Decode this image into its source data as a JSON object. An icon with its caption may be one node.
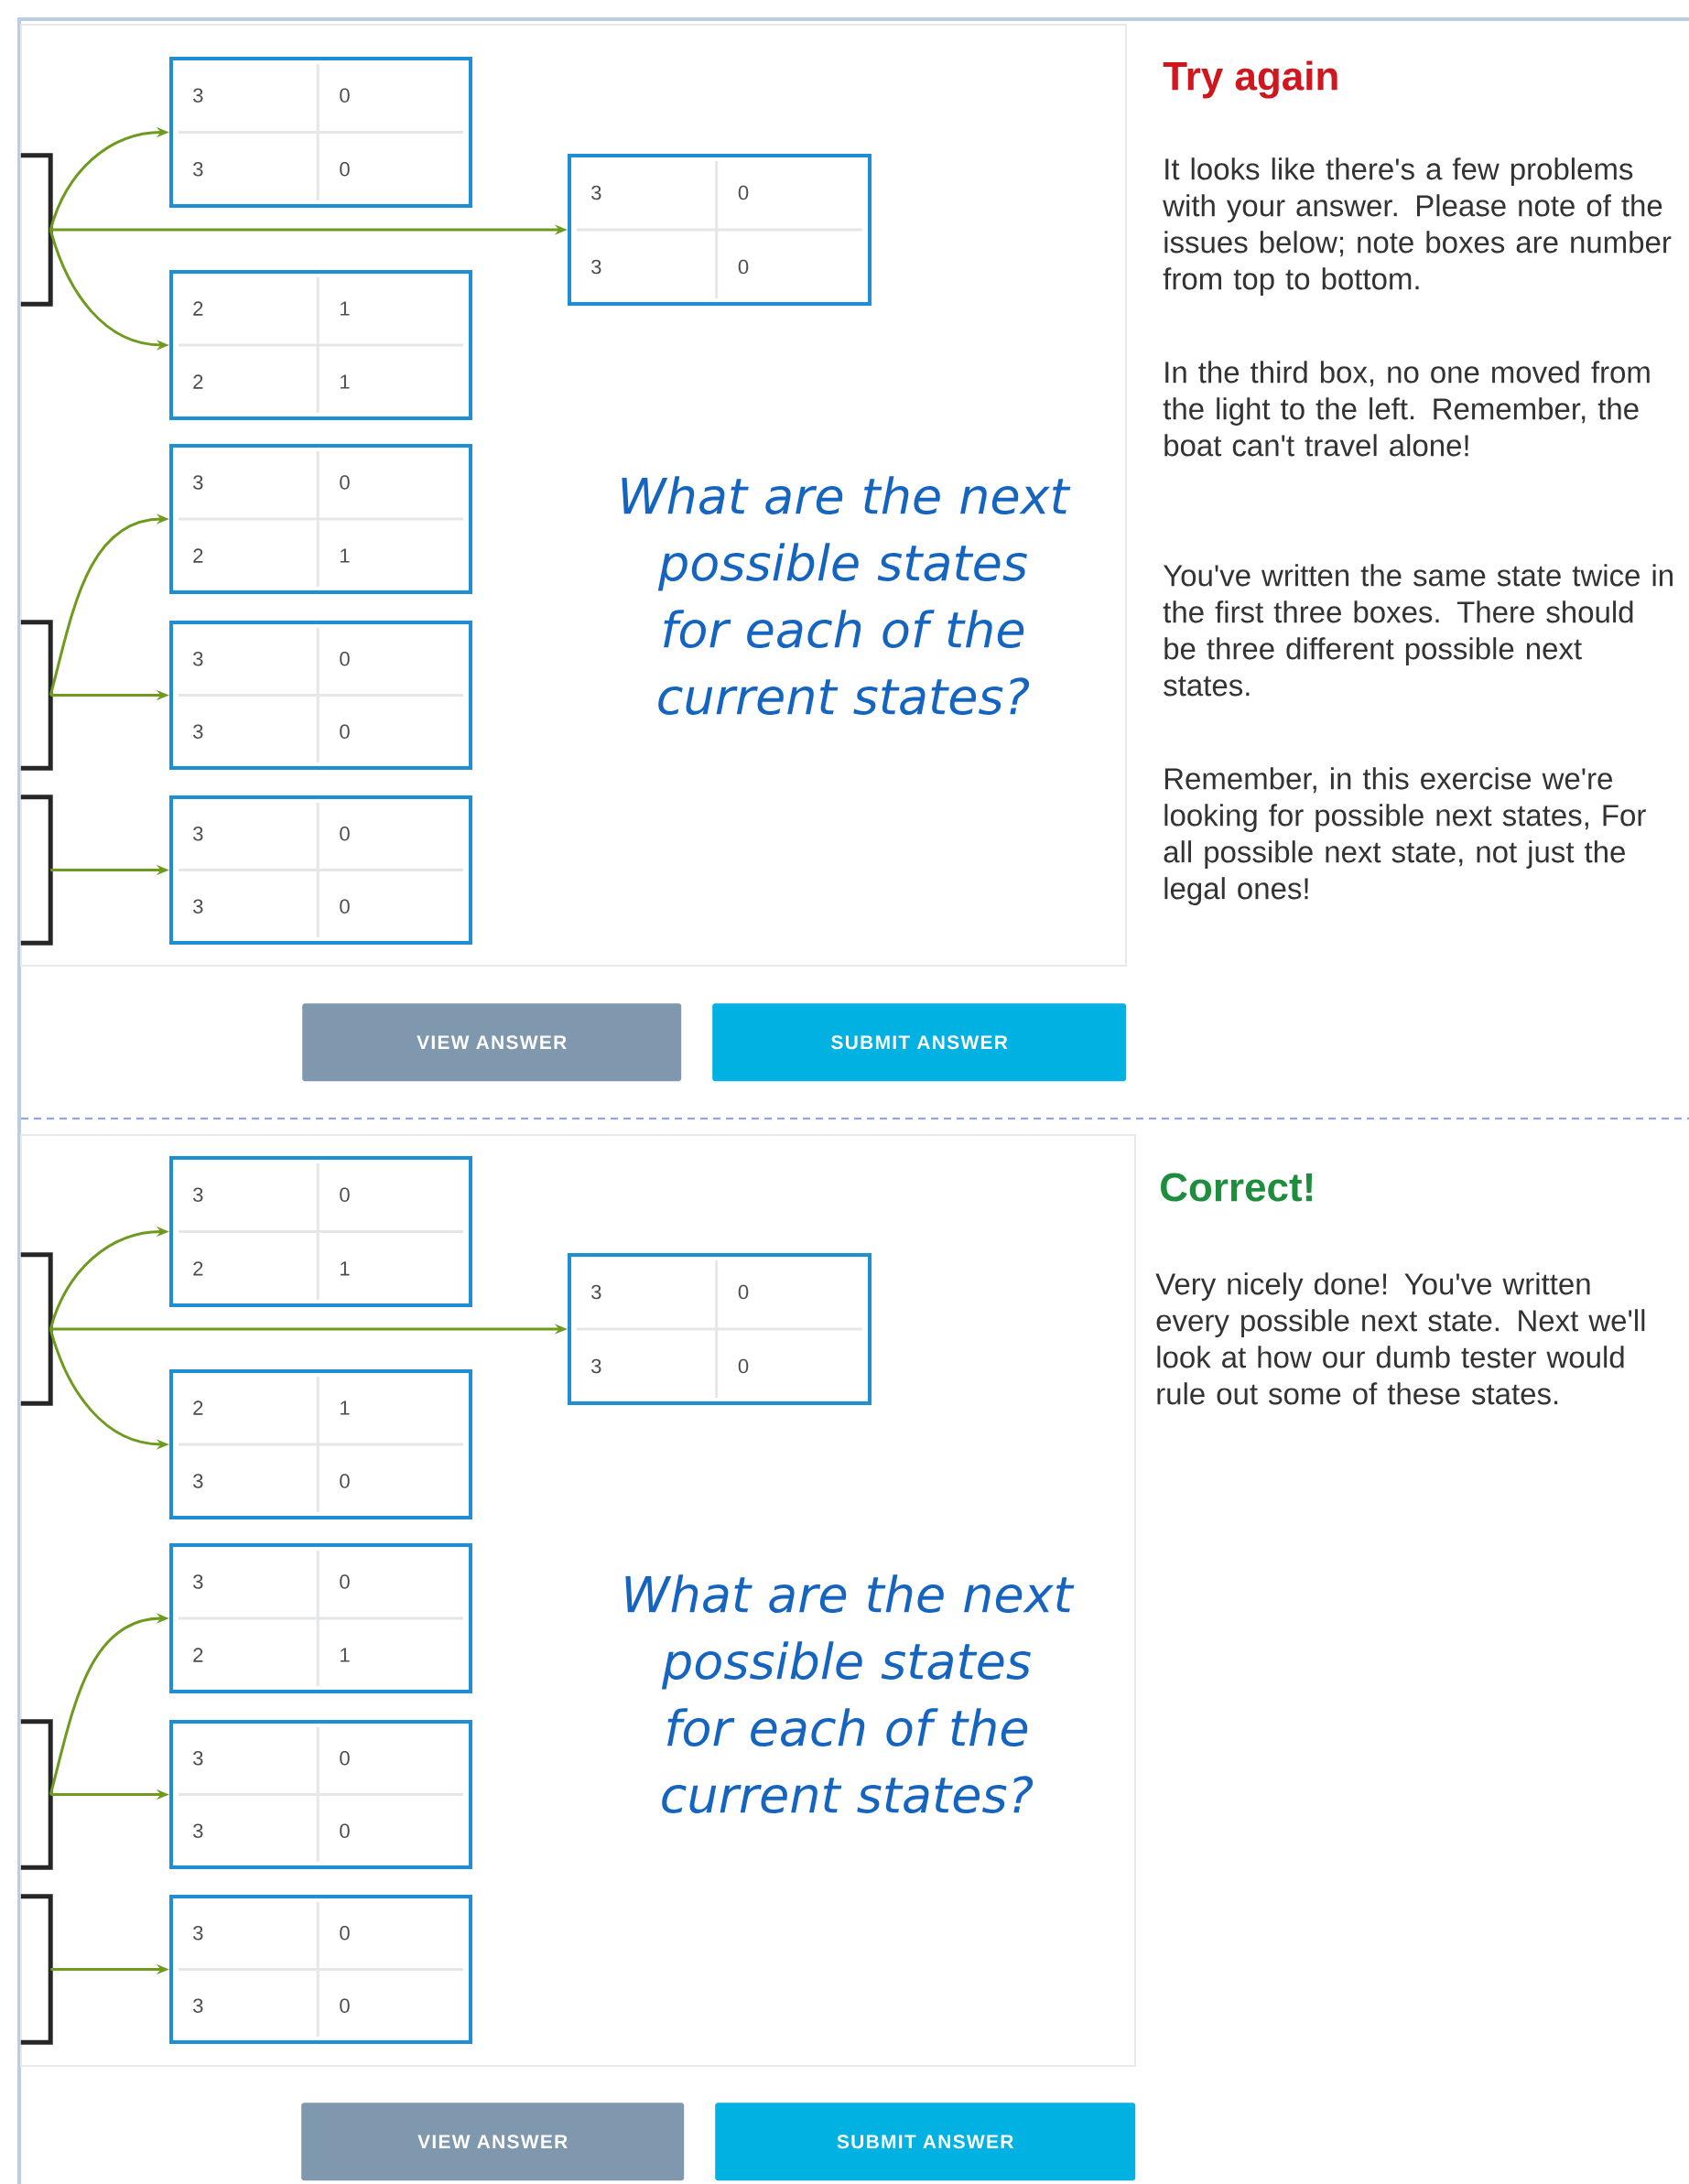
{
  "diagram": {
    "nodes": [
      {
        "text": [],
        "shape": "bracket"
      },
      {
        "text": [
          "3",
          "0",
          "3",
          "0"
        ]
      },
      {
        "text": [
          "3",
          "0",
          "3",
          "0"
        ]
      },
      {
        "text": [
          "2",
          "1",
          "2",
          "1"
        ]
      },
      {
        "text": [
          "3",
          "0",
          "2",
          "1"
        ]
      },
      {
        "text": [],
        "shape": "bracket"
      },
      {
        "text": [
          "3",
          "0",
          "3",
          "0"
        ]
      },
      {
        "text": [],
        "shape": "bracket"
      },
      {
        "text": [
          "3",
          "0",
          "3",
          "0"
        ]
      },
      {
        "text": [],
        "shape": "bracket"
      },
      {
        "text": [
          "3",
          "0",
          "2",
          "1"
        ]
      },
      {
        "text": [
          "3",
          "0",
          "3",
          "0"
        ]
      },
      {
        "text": [
          "2",
          "1",
          "3",
          "0"
        ]
      },
      {
        "text": [
          "3",
          "0",
          "2",
          "1"
        ]
      },
      {
        "text": [],
        "shape": "bracket"
      },
      {
        "text": [
          "3",
          "0",
          "3",
          "0"
        ]
      },
      {
        "text": [],
        "shape": "bracket"
      },
      {
        "text": [
          "3",
          "0",
          "3",
          "0"
        ]
      }
    ],
    "edges": [
      {
        "from": 0,
        "to": 1,
        "arrow": "to"
      },
      {
        "from": 0,
        "to": 2,
        "arrow": "to"
      },
      {
        "from": 0,
        "to": 3,
        "arrow": "to"
      },
      {
        "from": 5,
        "to": 4,
        "arrow": "to"
      },
      {
        "from": 5,
        "to": 6,
        "arrow": "to"
      },
      {
        "from": 7,
        "to": 8,
        "arrow": "to"
      },
      {
        "from": 9,
        "to": 10,
        "arrow": "to"
      },
      {
        "from": 9,
        "to": 11,
        "arrow": "to"
      },
      {
        "from": 9,
        "to": 12,
        "arrow": "to"
      },
      {
        "from": 14,
        "to": 13,
        "arrow": "to"
      },
      {
        "from": 14,
        "to": 15,
        "arrow": "to"
      },
      {
        "from": 16,
        "to": 17,
        "arrow": "to"
      }
    ],
    "labels": [
      "Try again",
      "It looks like there's a few problems with your answer. Please note of the issues below; note boxes are number from top to bottom.",
      "In the third box, no one moved from the light to the left. Remember, the boat can't travel alone!",
      "You've written the same state twice in the first three boxes. There should be three different possible next states.",
      "Remember, in this exercise we're looking for possible next states, For all possible next state, not just the legal ones!",
      "What are the next possible states for each of the current states?",
      "VIEW ANSWER",
      "SUBMIT ANSWER",
      "Correct!",
      "Very nicely done! You've written every possible next state. Next we'll look at how our dumb tester would rule out some of these states.",
      "What are the next possible states for each of the current states?",
      "VIEW ANSWER",
      "SUBMIT ANSWER"
    ]
  }
}
